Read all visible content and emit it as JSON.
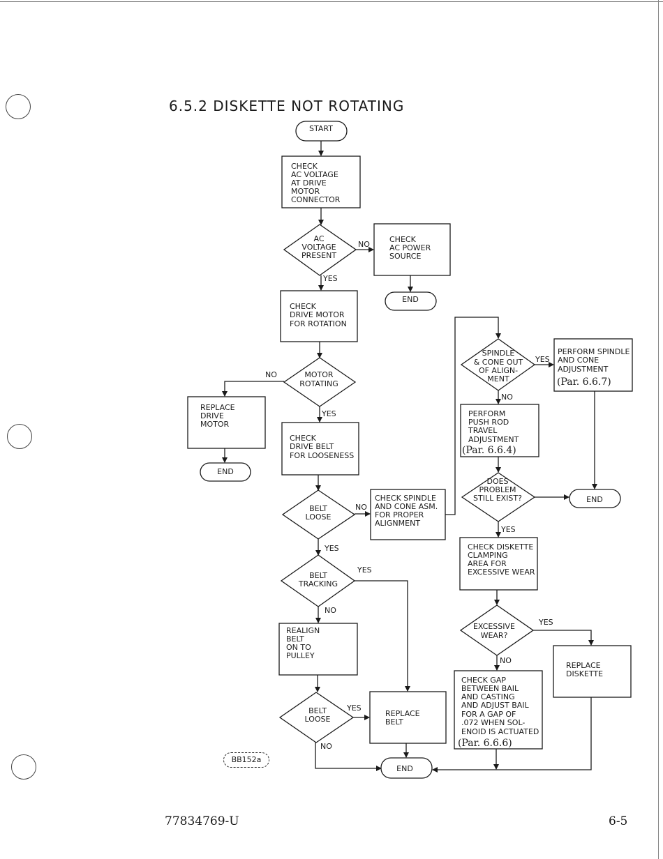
{
  "title": "6.5.2 DISKETTE NOT ROTATING",
  "footer": {
    "doc_number": "77834769-U",
    "page": "6-5"
  },
  "ref_code": "BB152a",
  "nodes": {
    "start": [
      "START"
    ],
    "check_ac": [
      "CHECK",
      "AC VOLTAGE",
      "AT DRIVE",
      "MOTOR",
      "CONNECTOR"
    ],
    "ac_present": [
      "AC",
      "VOLTAGE",
      "PRESENT"
    ],
    "check_ac_power": [
      "CHECK",
      "AC POWER",
      "SOURCE"
    ],
    "end_ac": [
      "END"
    ],
    "check_motor": [
      "CHECK",
      "DRIVE MOTOR",
      "FOR ROTATION"
    ],
    "motor_rotating": [
      "MOTOR",
      "ROTATING"
    ],
    "replace_motor": [
      "REPLACE",
      "DRIVE",
      "MOTOR"
    ],
    "end_motor": [
      "END"
    ],
    "check_belt": [
      "CHECK",
      "DRIVE BELT",
      "FOR LOOSENESS"
    ],
    "belt_loose1": [
      "BELT",
      "LOOSE"
    ],
    "check_spindle": [
      "CHECK SPINDLE",
      "AND CONE ASM.",
      "FOR PROPER",
      "ALIGNMENT"
    ],
    "belt_tracking": [
      "BELT",
      "TRACKING"
    ],
    "realign_belt": [
      "REALIGN",
      "BELT",
      "ON TO",
      "PULLEY"
    ],
    "belt_loose2": [
      "BELT",
      "LOOSE"
    ],
    "replace_belt": [
      "REPLACE",
      "BELT"
    ],
    "end_final": [
      "END"
    ],
    "spindle_out": [
      "SPINDLE",
      "& CONE OUT",
      "OF ALIGN-",
      "MENT"
    ],
    "perform_spindle": [
      "PERFORM SPINDLE",
      "AND CONE",
      "ADJUSTMENT"
    ],
    "perform_spindle_ref": "(Par. 6.6.7)",
    "perform_pushrod": [
      "PERFORM",
      "PUSH ROD",
      "TRAVEL",
      "ADJUSTMENT"
    ],
    "perform_pushrod_ref": "(Par. 6.6.4)",
    "problem_exists": [
      "DOES",
      "PROBLEM",
      "STILL EXIST?"
    ],
    "end_problem": [
      "END"
    ],
    "check_clamping": [
      "CHECK DISKETTE",
      "CLAMPING",
      "AREA FOR",
      "EXCESSIVE WEAR"
    ],
    "excessive_wear": [
      "EXCESSIVE",
      "WEAR?"
    ],
    "replace_diskette": [
      "REPLACE",
      "DISKETTE"
    ],
    "check_gap": [
      "CHECK GAP",
      "BETWEEN BAIL",
      "AND CASTING",
      "AND ADJUST BAIL",
      "FOR A GAP OF",
      ".072 WHEN SOL-",
      "ENOID IS ACTUATED"
    ],
    "check_gap_ref": "(Par. 6.6.6)"
  },
  "edge_labels": {
    "yes": "YES",
    "no": "NO"
  }
}
